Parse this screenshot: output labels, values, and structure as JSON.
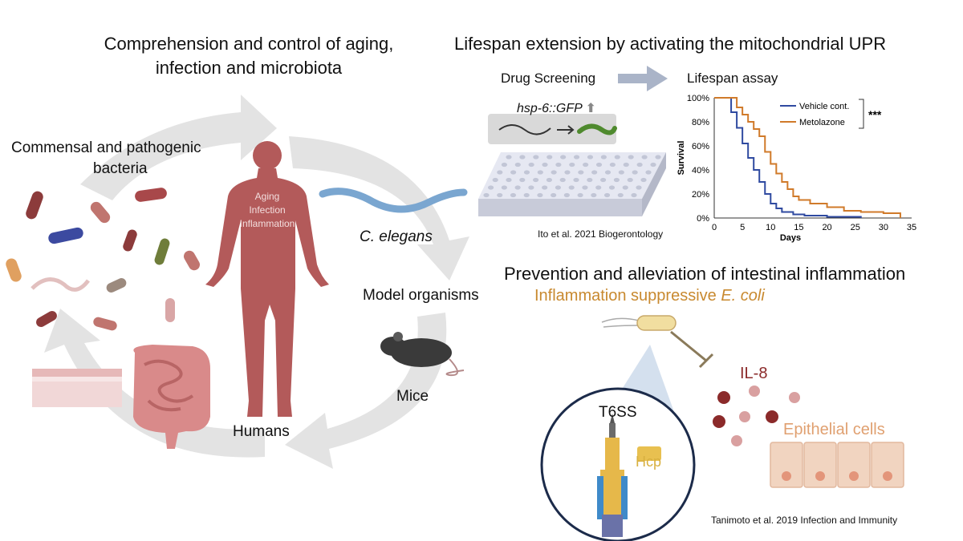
{
  "left": {
    "title_line1": "Comprehension and control of aging,",
    "title_line2": "infection and microbiota",
    "bacteria_label_line1": "Commensal and pathogenic",
    "bacteria_label_line2": "bacteria",
    "human_label_line1": "Aging",
    "human_label_line2": "Infection",
    "human_label_line3": "Inflammation",
    "worm_label": "C. elegans",
    "model_label": "Model organisms",
    "mice_label": "Mice",
    "humans_label": "Humans"
  },
  "right_top": {
    "title": "Lifespan extension by activating the mitochondrial UPR",
    "drug_screening": "Drug Screening",
    "lifespan_assay": "Lifespan assay",
    "reporter": "hsp-6::GFP",
    "citation": "Ito et al. 2021 Biogerontology"
  },
  "right_bottom": {
    "title": "Prevention and alleviation of intestinal inflammation",
    "subtitle_prefix": "Inflammation suppressive ",
    "subtitle_species": "E. coli",
    "il8": "IL-8",
    "t6ss": "T6SS",
    "hcp": "Hcp",
    "epithelial": "Epithelial cells",
    "citation": "Tanimoto et al. 2019 Infection and Immunity"
  },
  "colors": {
    "human": "#b35a5a",
    "vehicle": "#2f4aa0",
    "metolazone": "#d07a2a",
    "orange_text": "#c8892f",
    "il8": "#8b2a2a"
  },
  "chart_data": {
    "type": "line",
    "xlabel": "Days",
    "ylabel": "Survival",
    "xlim": [
      0,
      35
    ],
    "ylim": [
      0,
      100
    ],
    "x_ticks": [
      "0",
      "5",
      "10",
      "15",
      "20",
      "25",
      "30",
      "35"
    ],
    "y_ticks": [
      "0%",
      "20%",
      "40%",
      "60%",
      "80%",
      "100%"
    ],
    "significance": "***",
    "legend_position": "top-right",
    "series": [
      {
        "name": "Vehicle cont.",
        "x": [
          0,
          2,
          3,
          4,
          5,
          6,
          7,
          8,
          9,
          10,
          11,
          12,
          14,
          16,
          20,
          26
        ],
        "y": [
          100,
          100,
          88,
          75,
          62,
          50,
          40,
          30,
          20,
          12,
          8,
          5,
          3,
          2,
          1,
          0
        ]
      },
      {
        "name": "Metolazone",
        "x": [
          0,
          3,
          4,
          5,
          6,
          7,
          8,
          9,
          10,
          11,
          12,
          13,
          14,
          15,
          17,
          20,
          23,
          26,
          30,
          33
        ],
        "y": [
          100,
          100,
          92,
          86,
          80,
          74,
          68,
          55,
          45,
          37,
          30,
          24,
          18,
          15,
          12,
          9,
          6,
          5,
          4,
          0
        ]
      }
    ]
  }
}
